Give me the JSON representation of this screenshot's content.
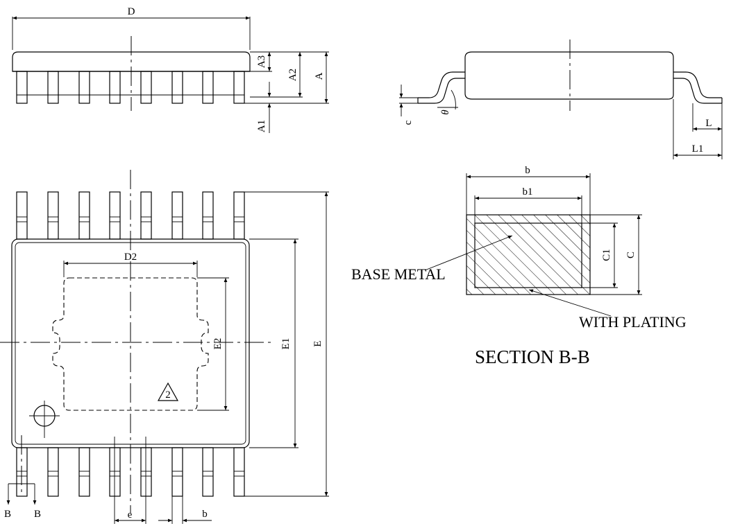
{
  "dims": {
    "D": "D",
    "A": "A",
    "A1": "A1",
    "A2": "A2",
    "A3": "A3",
    "L": "L",
    "L1": "L1",
    "c": "c",
    "theta": "θ",
    "b": "b",
    "b1": "b1",
    "C": "C",
    "C1": "C1",
    "D2": "D2",
    "E2": "E2",
    "E1": "E1",
    "E": "E",
    "e": "e",
    "b_bottom": "b",
    "B_left": "B",
    "B_right": "B",
    "note_number": "2"
  },
  "section": {
    "base_metal": "BASE METAL",
    "with_plating": "WITH PLATING",
    "title": "SECTION B-B"
  }
}
